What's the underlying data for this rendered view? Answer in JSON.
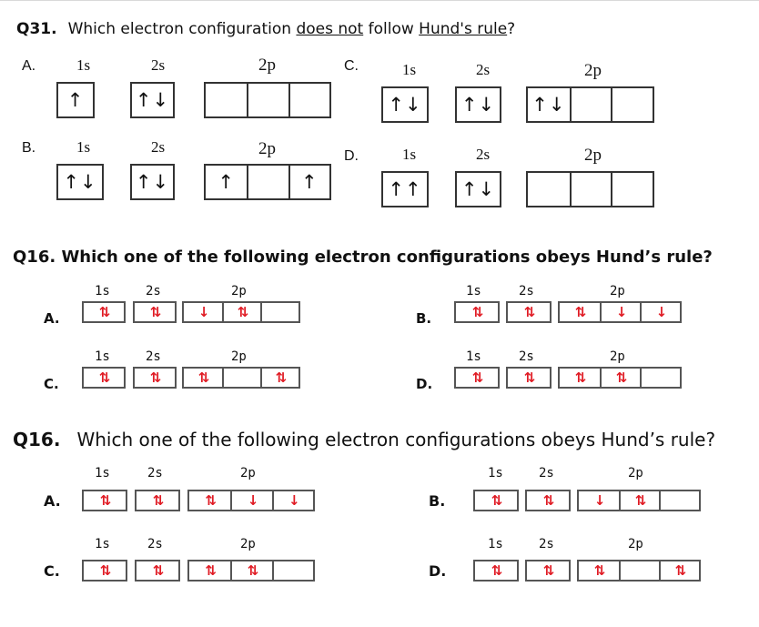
{
  "q31": {
    "number": "Q31.",
    "question_pre": "Which electron configuration ",
    "question_u1": "does not",
    "question_mid": " follow ",
    "question_u2": "Hund's rule",
    "question_post": "?",
    "labels": {
      "s1": "1s",
      "s2": "2s",
      "p2": "2p"
    },
    "options": {
      "A": {
        "letter": "A.",
        "s1": "↑",
        "s2": "↑↓",
        "p2": [
          "",
          "",
          ""
        ]
      },
      "B": {
        "letter": "B.",
        "s1": "↑↓",
        "s2": "↑↓",
        "p2": [
          "↑",
          "",
          "↑"
        ]
      },
      "C": {
        "letter": "C.",
        "s1": "↑↓",
        "s2": "↑↓",
        "p2": [
          "↑↓",
          "",
          ""
        ]
      },
      "D": {
        "letter": "D.",
        "s1": "↑↑",
        "s2": "↑↓",
        "p2": [
          "",
          "",
          ""
        ]
      }
    }
  },
  "q16a": {
    "title": "Q16.   Which one of the following electron configurations obeys Hund’s rule?",
    "labels": {
      "s1": "1s",
      "s2": "2s",
      "p2": "2p"
    },
    "options": {
      "A": {
        "letter": "A.",
        "s1": "⇅",
        "s2": "⇅",
        "p2": [
          "↓",
          "⇅",
          ""
        ]
      },
      "B": {
        "letter": "B.",
        "s1": "⇅",
        "s2": "⇅",
        "p2": [
          "⇅",
          "↓",
          "↓"
        ]
      },
      "C": {
        "letter": "C.",
        "s1": "⇅",
        "s2": "⇅",
        "p2": [
          "⇅",
          "",
          "⇅"
        ]
      },
      "D": {
        "letter": "D.",
        "s1": "⇅",
        "s2": "⇅",
        "p2": [
          "⇅",
          "⇅",
          ""
        ]
      }
    }
  },
  "q16b": {
    "number": "Q16.",
    "question": "Which one of the following electron configurations obeys Hund’s rule?",
    "labels": {
      "s1": "1s",
      "s2": "2s",
      "p2": "2p"
    },
    "options": {
      "A": {
        "letter": "A.",
        "s1": "⇅",
        "s2": "⇅",
        "p2": [
          "⇅",
          "↓",
          "↓"
        ]
      },
      "B": {
        "letter": "B.",
        "s1": "⇅",
        "s2": "⇅",
        "p2": [
          "↓",
          "⇅",
          ""
        ]
      },
      "C": {
        "letter": "C.",
        "s1": "⇅",
        "s2": "⇅",
        "p2": [
          "⇅",
          "⇅",
          ""
        ]
      },
      "D": {
        "letter": "D.",
        "s1": "⇅",
        "s2": "⇅",
        "p2": [
          "⇅",
          "",
          "⇅"
        ]
      }
    }
  }
}
